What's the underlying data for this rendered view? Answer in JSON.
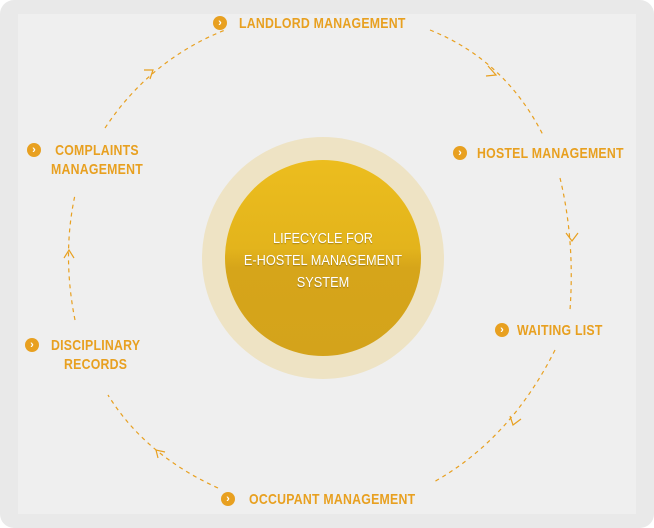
{
  "center": {
    "lines": [
      "LIFECYCLE FOR",
      "E-HOSTEL MANAGEMENT",
      "SYSTEM"
    ]
  },
  "steps": [
    {
      "lines": [
        "LANDLORD MANAGEMENT"
      ]
    },
    {
      "lines": [
        "HOSTEL MANAGEMENT"
      ]
    },
    {
      "lines": [
        "WAITING LIST"
      ]
    },
    {
      "lines": [
        "OCCUPANT MANAGEMENT"
      ]
    },
    {
      "lines": [
        "DISCIPLINARY",
        "RECORDS"
      ]
    },
    {
      "lines": [
        "COMPLAINTS",
        "MANAGEMENT"
      ]
    }
  ],
  "bullet_glyph": "›",
  "colors": {
    "accent": "#e8a020",
    "core": "#e3b41c",
    "ring": "#eee3c4"
  }
}
